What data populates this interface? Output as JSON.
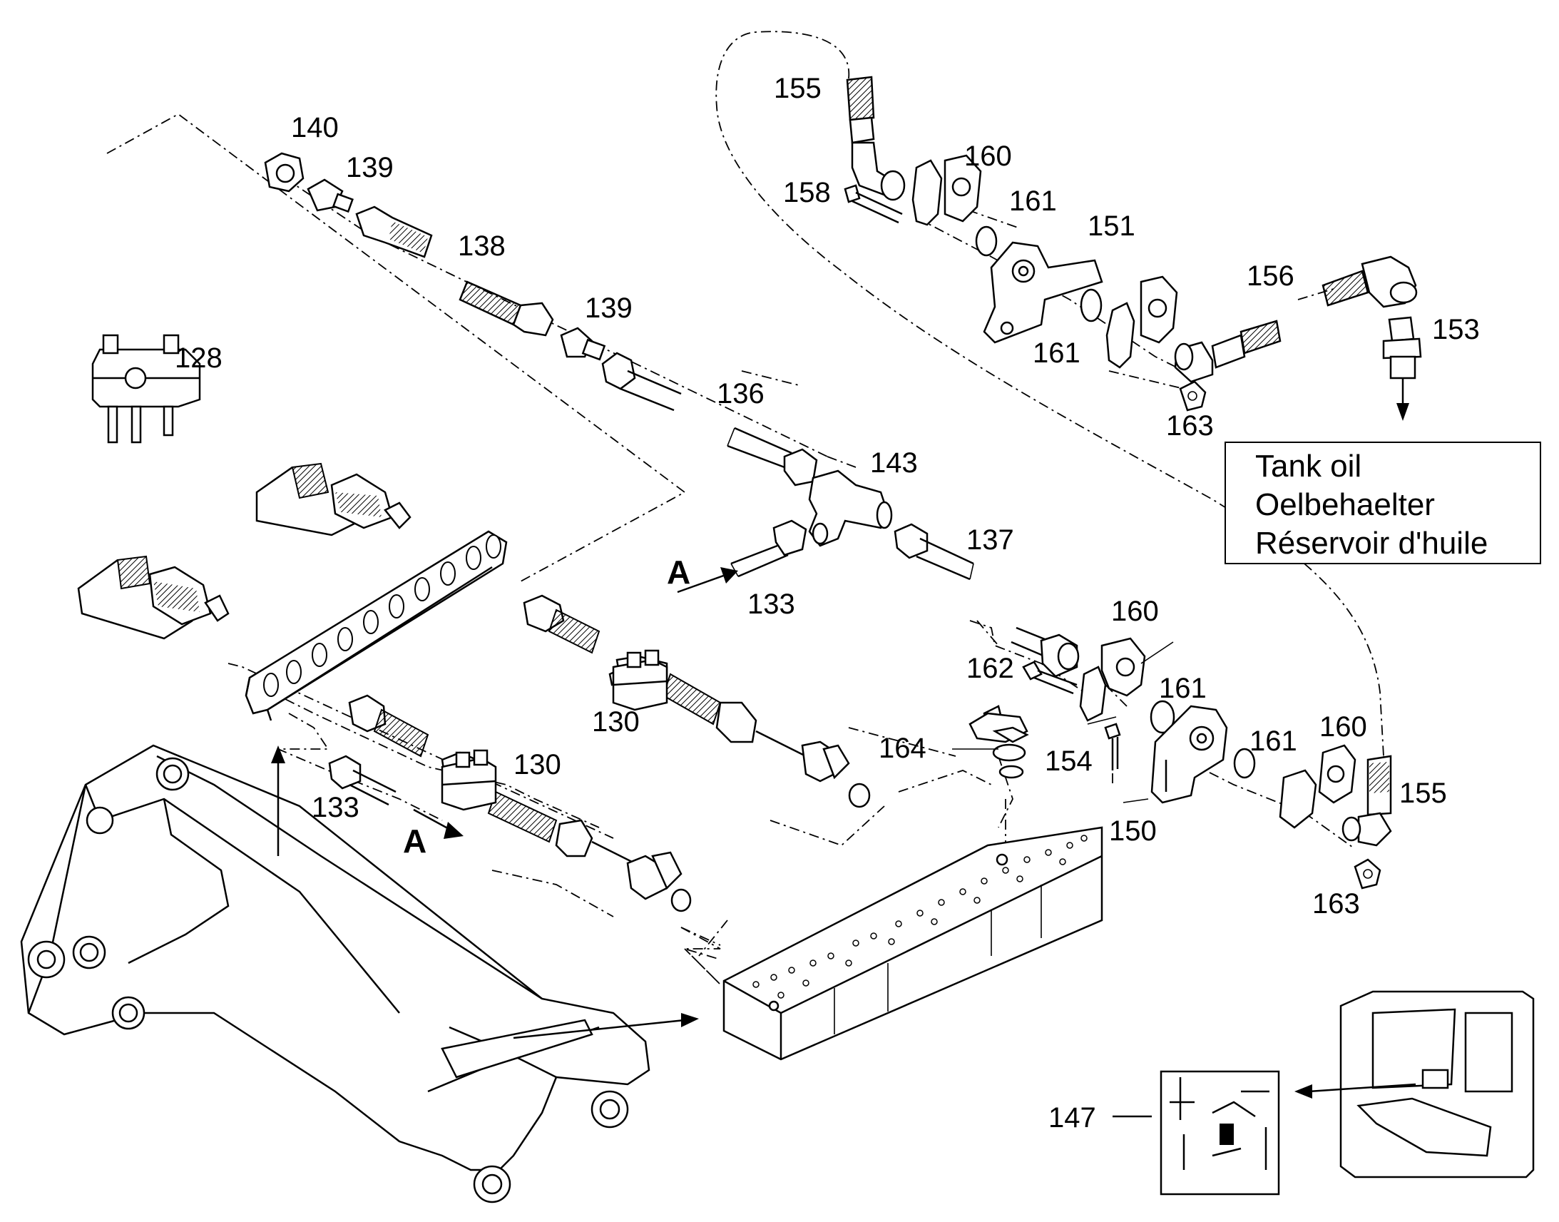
{
  "callouts": {
    "c128": "128",
    "c130a": "130",
    "c130b": "130",
    "c133a": "133",
    "c133b": "133",
    "c136": "136",
    "c137": "137",
    "c138": "138",
    "c139a": "139",
    "c139b": "139",
    "c140": "140",
    "c143": "143",
    "c147": "147",
    "c150": "150",
    "c151": "151",
    "c153": "153",
    "c154": "154",
    "c155a": "155",
    "c155b": "155",
    "c156": "156",
    "c158": "158",
    "c160a": "160",
    "c160b": "160",
    "c160c": "160",
    "c161a": "161",
    "c161b": "161",
    "c161c": "161",
    "c161d": "161",
    "c162": "162",
    "c163a": "163",
    "c163b": "163",
    "c164": "164"
  },
  "view_markers": {
    "a1": "A",
    "a2": "A"
  },
  "tank_box": {
    "line1": "Tank oil",
    "line2": "Oelbehaelter",
    "line3": "Réservoir d'huile"
  }
}
